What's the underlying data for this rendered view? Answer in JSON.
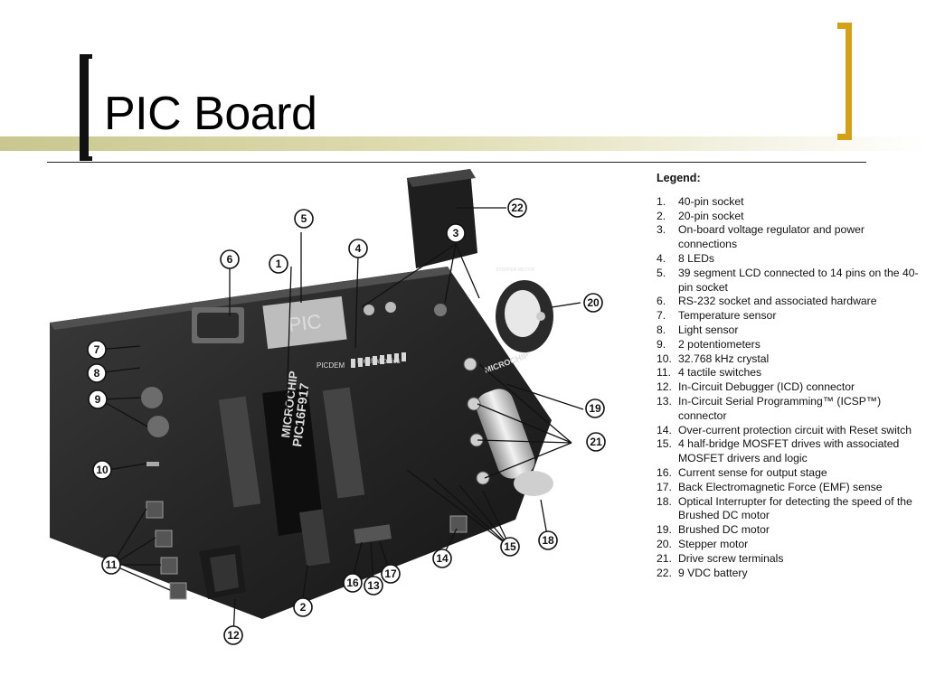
{
  "slide": {
    "title": "PIC Board"
  },
  "board": {
    "lcd_text": "PIC",
    "chip_brand": "MICROCHIP",
    "chip_part": "PIC16F917",
    "board_name": "PICDEM",
    "board_name_suffix": "Mechatronics",
    "logo_text": "MICROCHIP",
    "motor_label": "STEPPER MOTOR"
  },
  "legend": {
    "title": "Legend:",
    "items": [
      {
        "num": "1.",
        "text": "40-pin socket"
      },
      {
        "num": "2.",
        "text": "20-pin socket"
      },
      {
        "num": "3.",
        "text": "On-board voltage regulator and power connections"
      },
      {
        "num": "4.",
        "text": "8 LEDs"
      },
      {
        "num": "5.",
        "text": "39 segment LCD connected to 14 pins on the 40-pin socket"
      },
      {
        "num": "6.",
        "text": "RS-232 socket and associated hardware"
      },
      {
        "num": "7.",
        "text": "Temperature sensor"
      },
      {
        "num": "8.",
        "text": "Light sensor"
      },
      {
        "num": "9.",
        "text": "2 potentiometers"
      },
      {
        "num": "10.",
        "text": "32.768 kHz crystal"
      },
      {
        "num": "11.",
        "text": "4 tactile switches"
      },
      {
        "num": "12.",
        "text": "In-Circuit Debugger (ICD) connector"
      },
      {
        "num": "13.",
        "text": "In-Circuit Serial Programming™ (ICSP™) connector"
      },
      {
        "num": "14.",
        "text": "Over-current protection circuit with Reset switch"
      },
      {
        "num": "15.",
        "text": "4 half-bridge MOSFET drives with associated MOSFET drivers and logic"
      },
      {
        "num": "16.",
        "text": "Current sense for output stage"
      },
      {
        "num": "17.",
        "text": "Back Electromagnetic Force (EMF) sense"
      },
      {
        "num": "18.",
        "text": "Optical Interrupter for detecting the speed of the Brushed DC motor"
      },
      {
        "num": "19.",
        "text": "Brushed DC motor"
      },
      {
        "num": "20.",
        "text": "Stepper motor"
      },
      {
        "num": "21.",
        "text": "Drive screw terminals"
      },
      {
        "num": "22.",
        "text": "9 VDC battery"
      }
    ]
  },
  "callouts": [
    "1",
    "2",
    "3",
    "4",
    "5",
    "6",
    "7",
    "8",
    "9",
    "10",
    "11",
    "12",
    "13",
    "14",
    "15",
    "16",
    "17",
    "18",
    "19",
    "20",
    "21",
    "22"
  ]
}
